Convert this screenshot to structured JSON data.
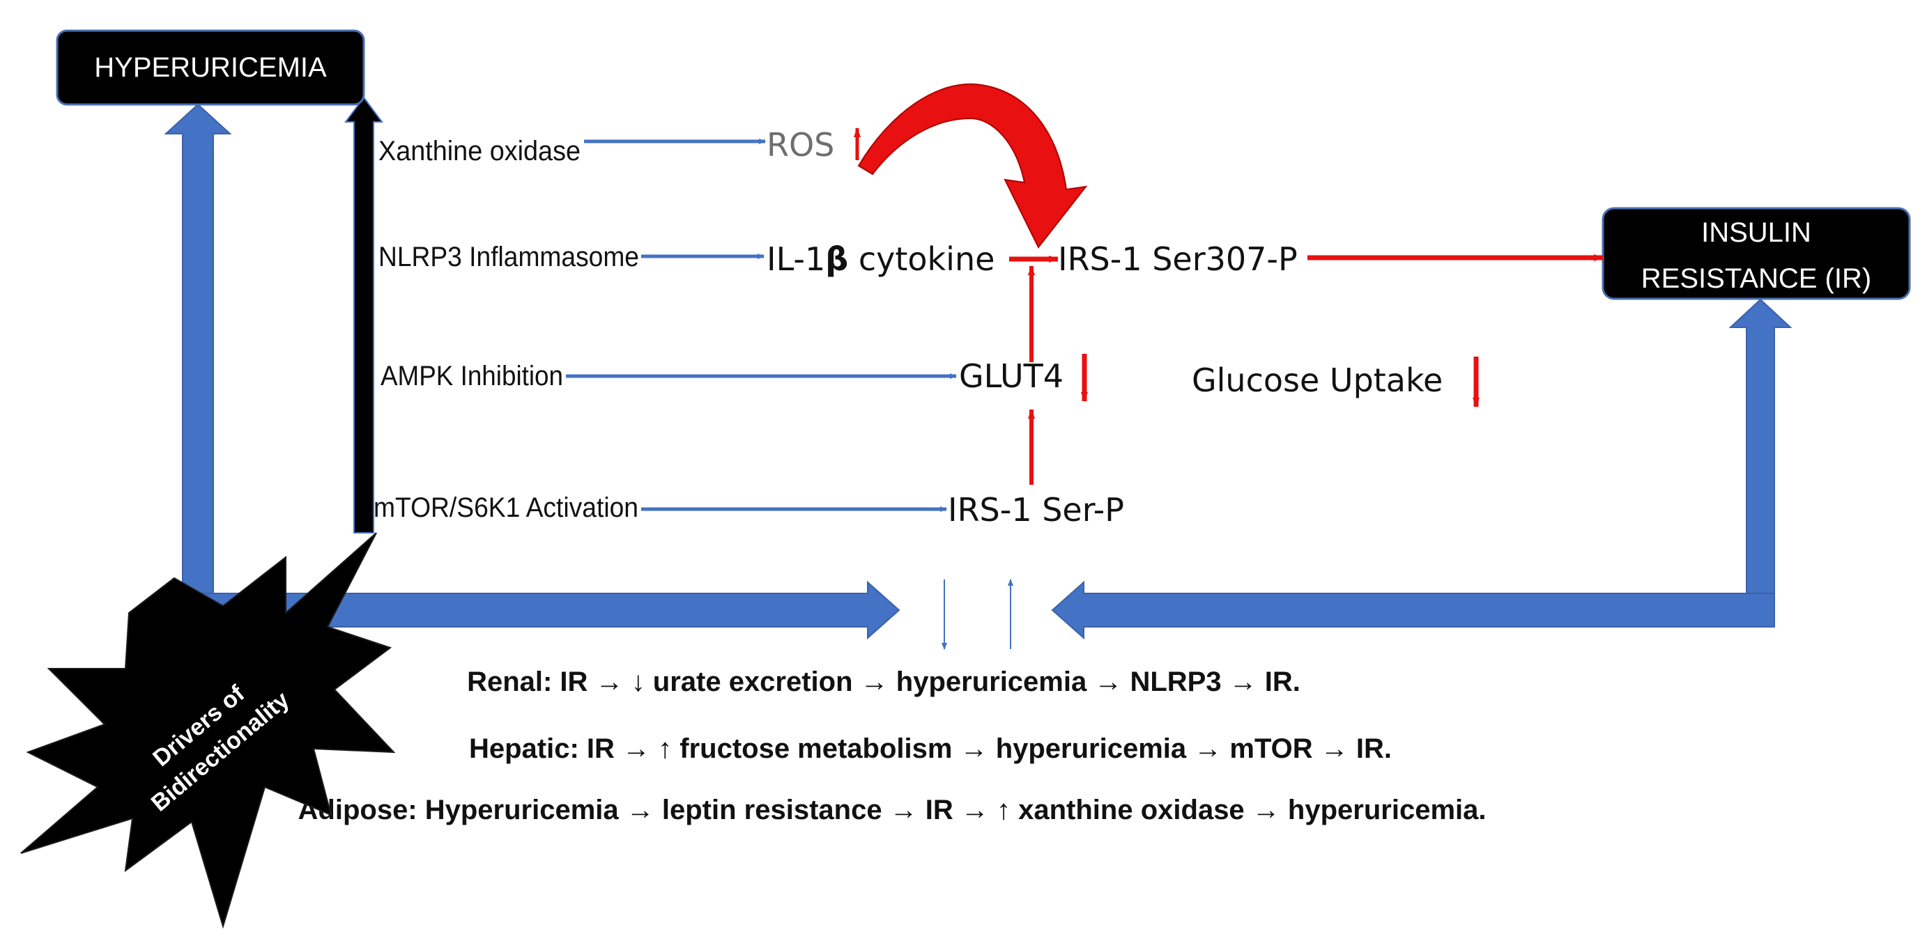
{
  "boxes": {
    "hyperuricemia": "HYPERURICEMIA",
    "insulin_resistance_line1": "INSULIN",
    "insulin_resistance_line2": "RESISTANCE (IR)"
  },
  "pathways": {
    "xanthine_oxidase": "Xanthine oxidase",
    "nlrp3": "NLRP3 Inflammasome",
    "ampk": "AMPK Inhibition",
    "mtor": "mTOR/S6K1 Activation"
  },
  "molecules": {
    "ros": "ROS",
    "il1b_prefix": "IL-1",
    "il1b_beta": "β",
    "il1b_suffix": " cytokine",
    "irs1_ser307": "IRS-1 Ser307-P",
    "glut4": "GLUT4",
    "glucose_uptake": "Glucose Uptake",
    "irs1_serp": "IRS-1 Ser-P"
  },
  "mechanisms": {
    "renal": "Renal: IR → ↓ urate excretion → hyperuricemia → NLRP3 → IR.",
    "hepatic": "Hepatic: IR → ↑ fructose metabolism → hyperuricemia → mTOR → IR.",
    "adipose": "Adipose: Hyperuricemia → leptin resistance → IR → ↑ xanthine oxidase → hyperuricemia."
  },
  "star": {
    "line1": "Drivers of",
    "line2": "Bidirectionality"
  },
  "colors": {
    "blue_arrow": "#4472c4",
    "red_arrow": "#e81010",
    "box_fill": "#000000",
    "box_stroke": "#4a6fb0"
  }
}
